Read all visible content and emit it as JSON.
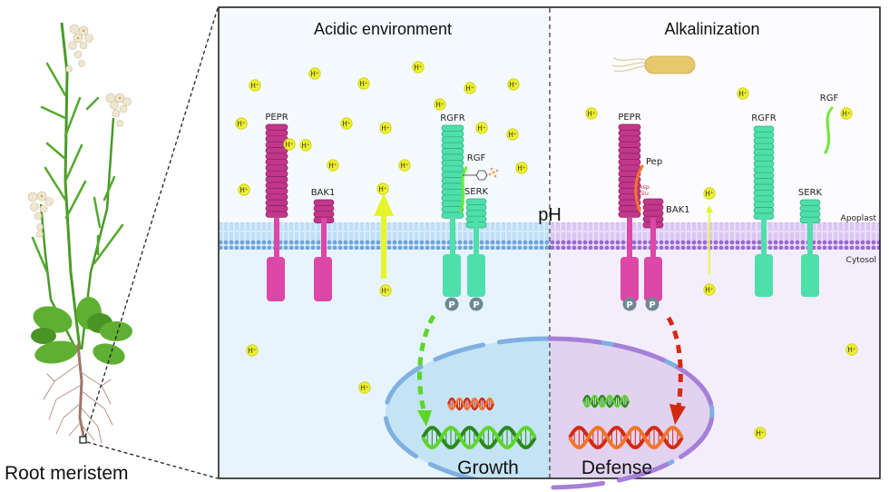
{
  "figure": {
    "left_panel": {
      "label": "Root meristem"
    },
    "panels": {
      "acidic": {
        "title": "Acidic environment",
        "receptors": {
          "pepr": "PEPR",
          "bak1": "BAK1",
          "rgfr": "RGFR",
          "rgf": "RGF",
          "serk": "SERK"
        },
        "outcome": "Growth"
      },
      "alkaline": {
        "title": "Alkalinization",
        "receptors": {
          "pepr": "PEPR",
          "pep": "Pep",
          "asp": "Asp",
          "glu": "Glu",
          "bak1": "BAK1",
          "rgfr": "RGFR",
          "rgf": "RGF",
          "serk": "SERK"
        },
        "outcome": "Defense"
      }
    },
    "center_label": "pH",
    "compartments": {
      "apoplast": "Apoplast",
      "cytosol": "Cytosol"
    },
    "proton_label": "H⁺",
    "phospho_label": "P",
    "colors": {
      "acidic_bg": "#e8f4fd",
      "alkaline_bg": "#f4eefc",
      "pepr": "#c2378a",
      "pepr_tm": "#dd47a8",
      "rgfr": "#4edfaa",
      "proton": "#eef22a",
      "growth_arrow": "#5cd62a",
      "defense_arrow": "#d42a12",
      "phospho": "#6f8891",
      "membrane_acidic": "#6fa3dc",
      "membrane_alkaline": "#9a6ad0",
      "nucleus_acidic": "#c4e4f6",
      "nucleus_alkaline": "#e2d2f0"
    }
  }
}
